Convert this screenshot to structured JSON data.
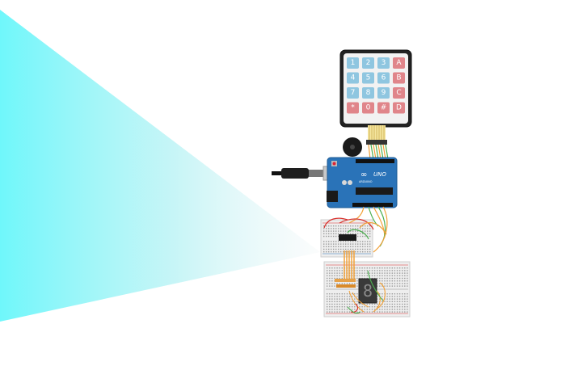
{
  "scene": {
    "board_logo": "UNO",
    "board_brand": "ARDUINO",
    "seven_segment_digit": "8"
  },
  "keypad": {
    "rows": [
      [
        {
          "label": "1",
          "kind": "num"
        },
        {
          "label": "2",
          "kind": "num"
        },
        {
          "label": "3",
          "kind": "num"
        },
        {
          "label": "A",
          "kind": "letter"
        }
      ],
      [
        {
          "label": "4",
          "kind": "num"
        },
        {
          "label": "5",
          "kind": "num"
        },
        {
          "label": "6",
          "kind": "num"
        },
        {
          "label": "B",
          "kind": "letter"
        }
      ],
      [
        {
          "label": "7",
          "kind": "num"
        },
        {
          "label": "8",
          "kind": "num"
        },
        {
          "label": "9",
          "kind": "num"
        },
        {
          "label": "C",
          "kind": "letter"
        }
      ],
      [
        {
          "label": "*",
          "kind": "letter"
        },
        {
          "label": "0",
          "kind": "letter"
        },
        {
          "label": "#",
          "kind": "letter"
        },
        {
          "label": "D",
          "kind": "letter"
        }
      ]
    ]
  },
  "colors": {
    "spotlight": "#6ff7fb",
    "board": "#2a73b8",
    "key_num": "#8fc6e0",
    "key_letter": "#e0858a",
    "keypad_frame": "#222222",
    "breadboard": "#eeeeee",
    "wire_orange": "#f2a23a",
    "wire_green": "#4caf50",
    "wire_red": "#d9302c"
  }
}
